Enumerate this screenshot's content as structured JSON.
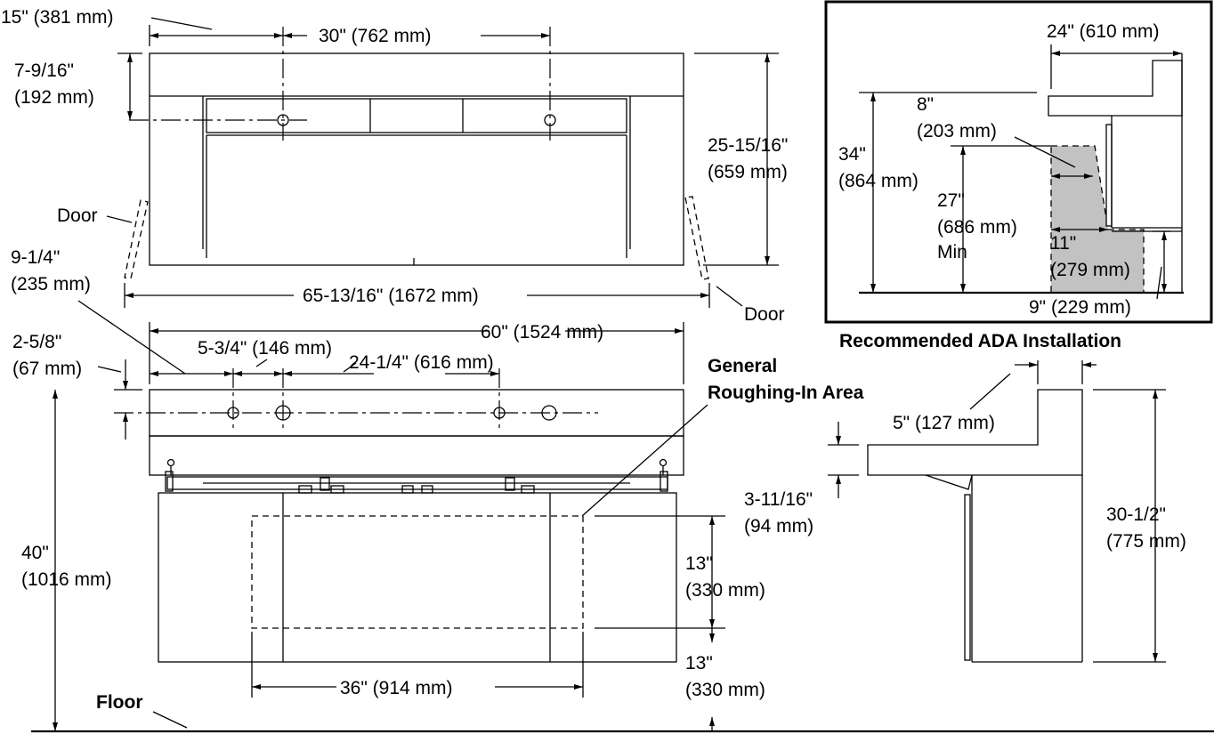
{
  "dimensions": {
    "d15": "15\" (381 mm)",
    "d30": "30\" (762 mm)",
    "d7_9_16": "7-9/16\"",
    "d7_9_16_mm": "(192 mm)",
    "d25_15_16": "25-15/16\"",
    "d25_15_16_mm": "(659 mm)",
    "d9_1_4": "9-1/4\"",
    "d9_1_4_mm": "(235 mm)",
    "d65_13_16": "65-13/16\" (1672 mm)",
    "d60": "60\" (1524 mm)",
    "d2_5_8": "2-5/8\"",
    "d2_5_8_mm": "(67 mm)",
    "d5_3_4": "5-3/4\" (146 mm)",
    "d24_1_4": "24-1/4\" (616 mm)",
    "d40": "40\"",
    "d40_mm": "(1016 mm)",
    "d13_a": "13\"",
    "d13_a_mm": "(330 mm)",
    "d13_b": "13\"",
    "d13_b_mm": "(330 mm)",
    "d36": "36\" (914 mm)",
    "d5": "5\" (127 mm)",
    "d3_11_16": "3-11/16\"",
    "d3_11_16_mm": "(94 mm)",
    "d30_1_2": "30-1/2\"",
    "d30_1_2_mm": "(775 mm)"
  },
  "ada": {
    "d24": "24\" (610 mm)",
    "d8": "8\"",
    "d8_mm": "(203 mm)",
    "d34": "34\"",
    "d34_mm": "(864 mm)",
    "d27": "27\"",
    "d27_mm": "(686 mm)",
    "min": "Min",
    "d11": "11\"",
    "d11_mm": "(279 mm)",
    "d9": "9\" (229 mm)",
    "caption": "Recommended ADA Installation"
  },
  "labels": {
    "door_left": "Door",
    "door_right": "Door",
    "roughing_line1": "General",
    "roughing_line2": "Roughing-In Area",
    "floor": "Floor"
  }
}
